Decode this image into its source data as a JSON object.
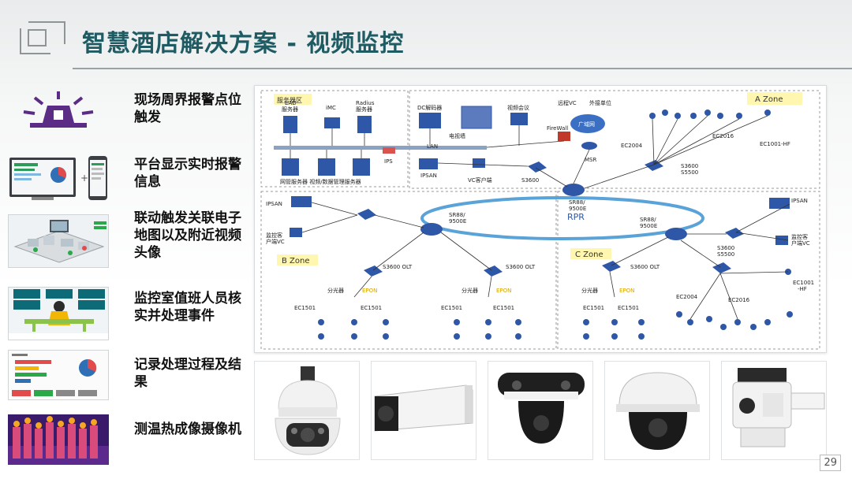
{
  "slide": {
    "title": "智慧酒店解决方案 - 视频监控",
    "page_number": "29"
  },
  "features": [
    {
      "label": "现场周界报警点位触发",
      "icon": "alarm-light-icon"
    },
    {
      "label": "平台显示实时报警信息",
      "icon": "dashboard-devices-icon"
    },
    {
      "label": "联动触发关联电子地图以及附近视频头像",
      "icon": "floor-map-icon"
    },
    {
      "label": "监控室值班人员核实并处理事件",
      "icon": "control-room-icon"
    },
    {
      "label": "记录处理过程及结果",
      "icon": "report-dashboard-icon"
    },
    {
      "label": "测温热成像摄像机",
      "icon": "thermal-image-icon"
    }
  ],
  "diagram": {
    "service_zone": "服务器区",
    "ead": "EAD\n服务器",
    "imc": "iMC",
    "radius": "Radius\n服务器",
    "dc_decoder": "DC解码器",
    "tv_wall": "电视墙",
    "video_conf": "视频会议",
    "remote_vc": "远程VC",
    "external_unit": "外接单位",
    "wan": "广域网",
    "firewall": "FireWall",
    "msr": "MSR",
    "lan": "LAN",
    "ips": "IPS",
    "ipsan": "IPSAN",
    "vc_client": "VC客户端",
    "bottom_servers": "网管服务器  视频/数据管理服务器",
    "s3600": "S3600",
    "a_zone": "A Zone",
    "b_zone": "B Zone",
    "c_zone": "C Zone",
    "rpr": "RPR",
    "sr88_top": "SR88/\n9500E",
    "sr88_left": "SR88/\n9500E",
    "sr88_right": "SR88/\n9500E",
    "ec2004": "EC2004",
    "ec2016": "EC2016",
    "ec1001": "EC1001-HF",
    "s3600_s5500": "S3600\nS5500",
    "monitor_client": "监控客\n户端VC",
    "s3600_olt": "S3600 OLT",
    "splitter": "分光器",
    "epon": "EPON",
    "ec1501": "EC1501",
    "ec1001_short": "EC1001\n-HF"
  },
  "cameras": [
    {
      "name": "ptz-dome-camera"
    },
    {
      "name": "bullet-camera"
    },
    {
      "name": "panoramic-camera"
    },
    {
      "name": "dome-camera"
    },
    {
      "name": "ptz-positioning-camera"
    }
  ],
  "colors": {
    "title": "#1f5b63",
    "network_blue": "#2f57a8",
    "zone_label_bg": "#fff6b0",
    "epon": "#d7a200"
  }
}
